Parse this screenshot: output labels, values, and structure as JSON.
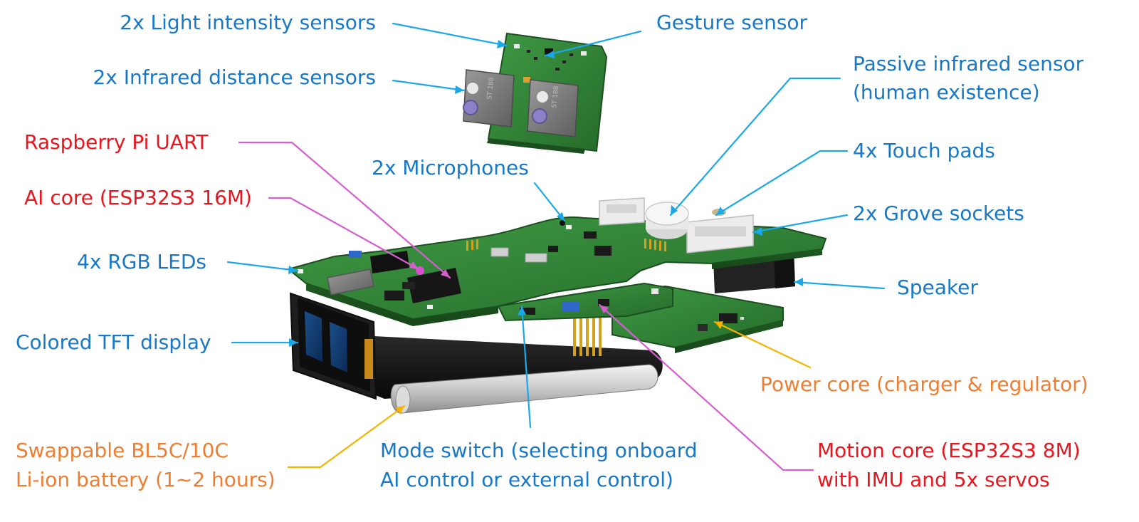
{
  "labels": {
    "light_sensors": "2x Light intensity sensors",
    "ir_distance": "2x Infrared distance sensors",
    "gesture": "Gesture sensor",
    "pir_line1": "Passive infrared sensor",
    "pir_line2": "(human existence)",
    "touch_pads": "4x Touch pads",
    "grove": "2x Grove sockets",
    "speaker": "Speaker",
    "raspberry_uart": "Raspberry Pi UART",
    "ai_core": "AI core (ESP32S3 16M)",
    "microphones": "2x Microphones",
    "rgb_leds": "4x RGB LEDs",
    "tft_display": "Colored TFT display",
    "power_core": "Power core (charger & regulator)",
    "battery_line1": "Swappable BL5C/10C",
    "battery_line2": "Li-ion battery (1~2 hours)",
    "mode_line1": "Mode switch (selecting onboard",
    "mode_line2": "AI control or external control)",
    "motion_line1": "Motion core (ESP32S3 8M)",
    "motion_line2": "with IMU and 5x servos",
    "sensor_chip_mark": "ST 188"
  },
  "colors": {
    "blue_label": "#1878c8",
    "red_label": "#e8141e",
    "orange_label": "#ed7d31",
    "blue_leader": "#1aa8e8",
    "magenta_leader": "#d65fd0",
    "yellow_leader": "#f4b400",
    "pcb_green": "#2f7d32"
  }
}
